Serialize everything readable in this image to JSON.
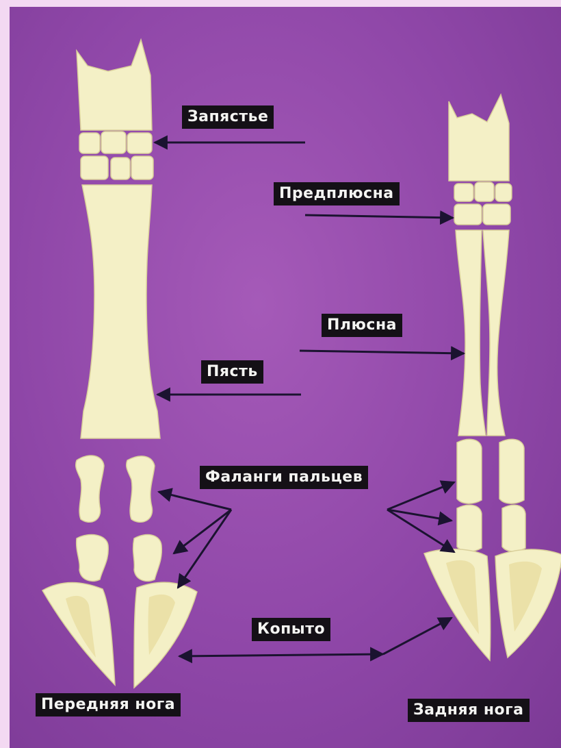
{
  "labels": {
    "carpus": "Запястье",
    "tarsus": "Предплюсна",
    "metatarsus": "Плюсна",
    "metacarpus": "Пясть",
    "phalanges": "Фаланги пальцев",
    "hoof": "Копыто",
    "front_leg": "Передняя нога",
    "hind_leg": "Задняя нога"
  },
  "colors": {
    "background": "#9a4fb2",
    "bone": "#f4f0c6",
    "label_bg": "#141016",
    "label_text": "#f4f4f2",
    "arrow": "#1b1330"
  }
}
